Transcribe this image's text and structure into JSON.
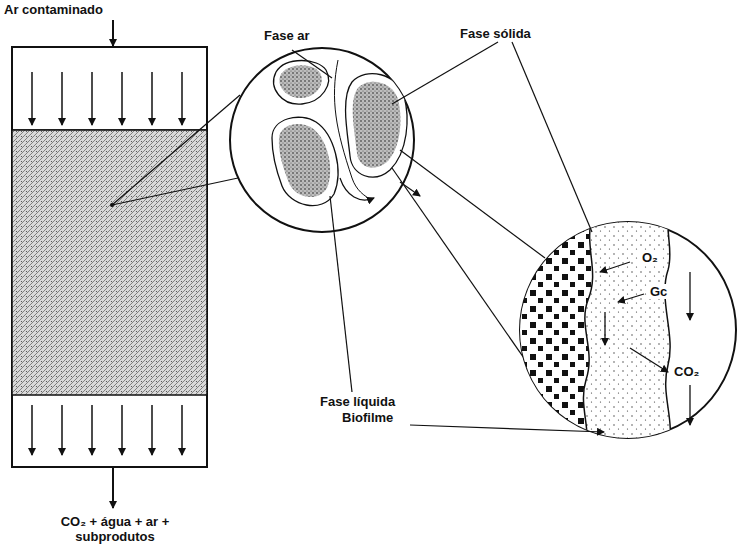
{
  "diagram": {
    "labels": [
      "Ar contaminado",
      "Fase ar",
      "Fase sólida",
      "Fase líquida",
      "Biofilme",
      "O₂",
      "Gc",
      "CO₂",
      "CO₂ + água + ar + subprodutos"
    ]
  }
}
